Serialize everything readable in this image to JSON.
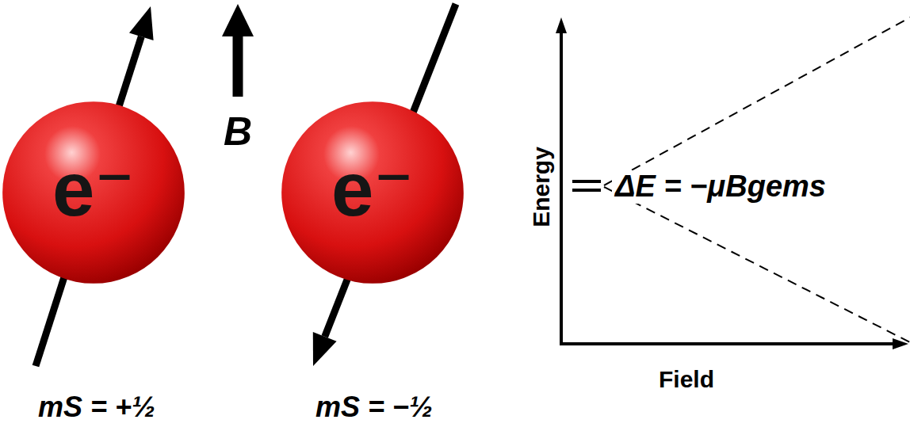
{
  "diagram": {
    "nodes": [
      {
        "text": [
          "e⁻"
        ]
      },
      {
        "text": [
          "e⁻"
        ]
      }
    ],
    "labels": [
      "B",
      "mS = +½",
      "mS = −½",
      "Energy",
      "Field",
      "ΔE = −μBgems"
    ]
  }
}
